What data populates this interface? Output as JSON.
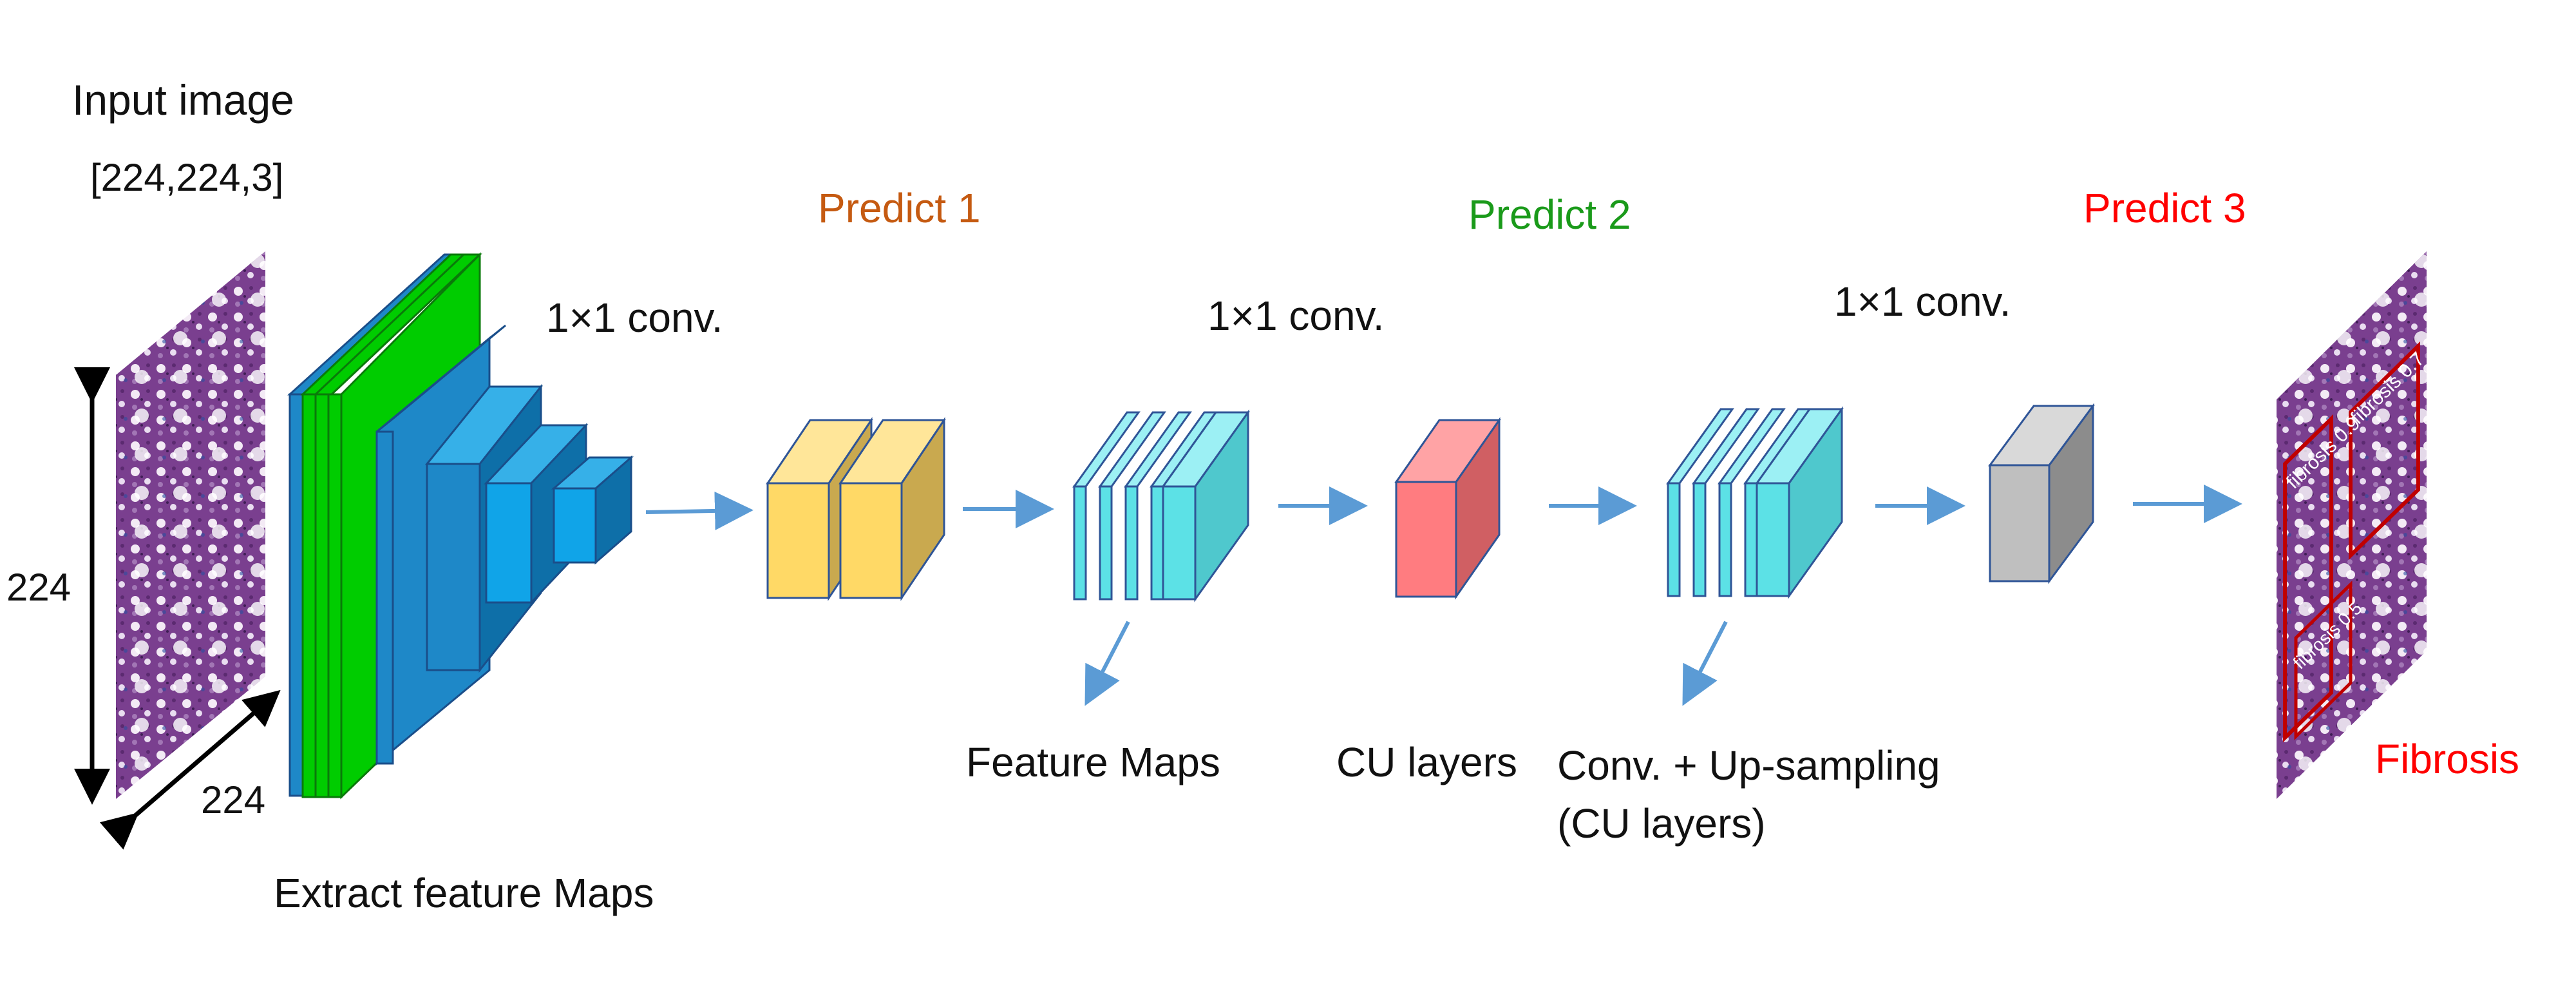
{
  "input": {
    "title": "Input image",
    "shape": "[224,224,3]",
    "height_dim": "224",
    "width_dim": "224",
    "caption": "Extract feature Maps"
  },
  "predictions": [
    {
      "label": "Predict 1",
      "color": "#C55A11"
    },
    {
      "label": "Predict 2",
      "color": "#1A9A1A"
    },
    {
      "label": "Predict 3",
      "color": "#FF0000"
    }
  ],
  "conv_labels": [
    "1×1 conv.",
    "1×1 conv.",
    "1×1 conv."
  ],
  "captions": {
    "feature_maps": "Feature Maps",
    "cu_layers": "CU layers",
    "conv_up_line1": "Conv. + Up-sampling",
    "conv_up_line2": "(CU layers)"
  },
  "output": {
    "label": "Fibrosis",
    "color": "#FF0000",
    "box_labels": [
      "fibrosis 0.9",
      "fibrosis 0.7",
      "fibrosis 0.5"
    ]
  },
  "colors": {
    "arrow": "#5B9BD5",
    "backbone_green": "#00CC00",
    "backbone_blue": "#1E88C8",
    "cube_yellow": "#FFD966",
    "cube_cyan": "#5CE1E6",
    "cube_red": "#FF7C80",
    "cube_gray": "#BFBFBF",
    "tissue": "#7A3F8F"
  }
}
